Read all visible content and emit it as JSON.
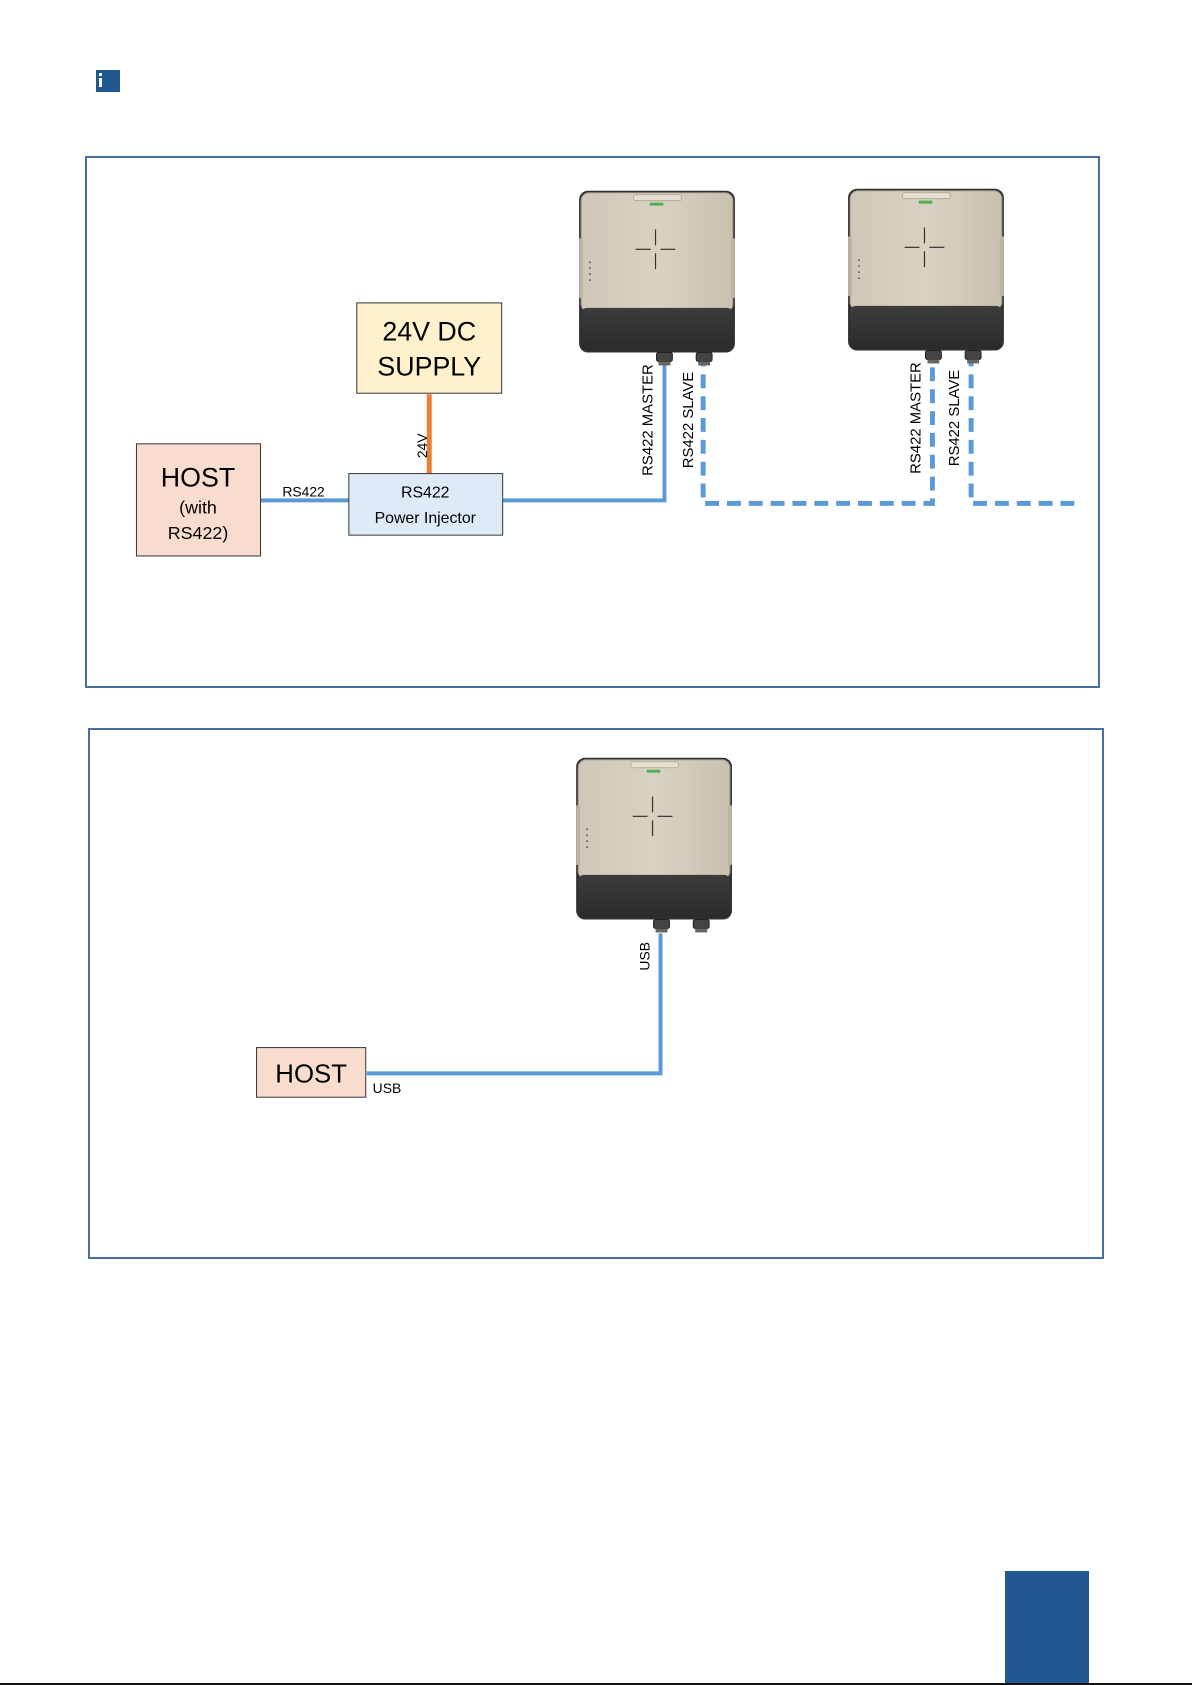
{
  "colors": {
    "accent_blue": "#215892",
    "panel_border": "#466f9e",
    "cable_blue": "#5b9bd5",
    "power_orange": "#ed7d31",
    "host_fill": "#f8ddcf",
    "supply_fill": "#fff1cc",
    "injector_fill": "#deebf7"
  },
  "icons": {
    "info_marker": "info-icon",
    "device": "reader-device-icon"
  },
  "rs422_diagram": {
    "host": {
      "title": "HOST",
      "line1": "(with",
      "line2": "RS422)"
    },
    "supply": {
      "line1": "24V DC",
      "line2": "SUPPLY"
    },
    "injector": {
      "line1": "RS422",
      "line2": "Power Injector"
    },
    "host_link_label": "RS422",
    "power_label": "24V",
    "device1": {
      "master_label": "RS422 MASTER",
      "slave_label": "RS422 SLAVE"
    },
    "device2": {
      "master_label": "RS422 MASTER",
      "slave_label": "RS422 SLAVE"
    }
  },
  "usb_diagram": {
    "host_label": "HOST",
    "host_link_label": "USB",
    "device_port_label": "USB"
  }
}
